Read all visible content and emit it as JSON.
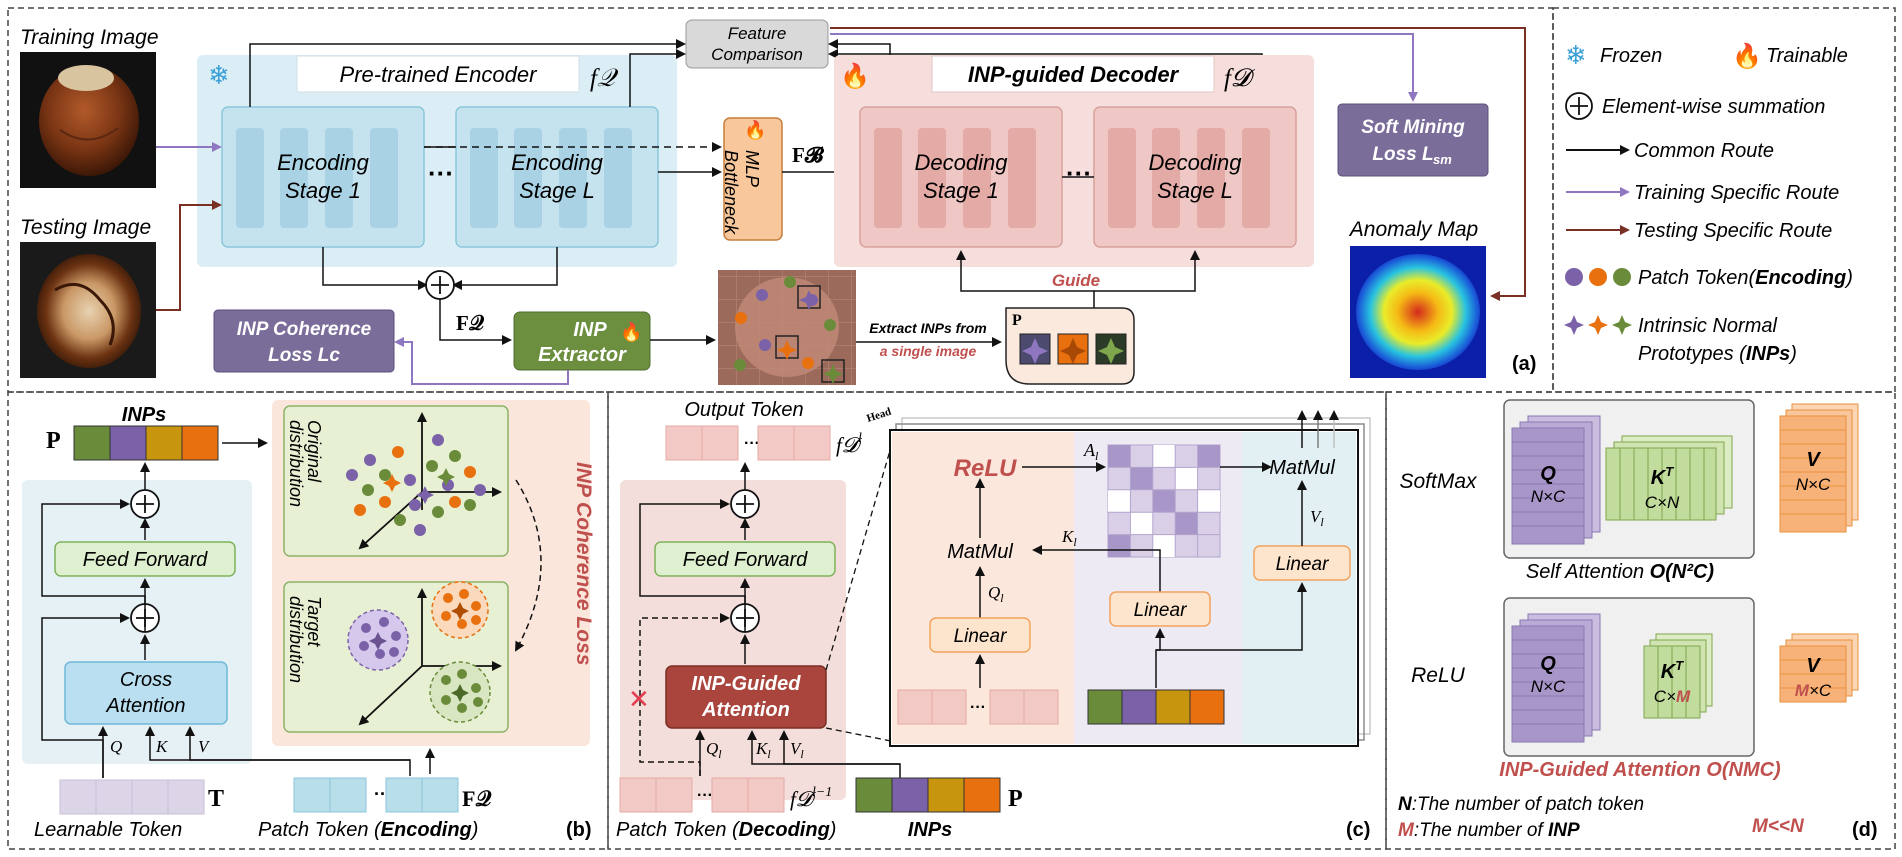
{
  "panel_a": {
    "training_image": "Training Image",
    "testing_image": "Testing Image",
    "encoder_title": "Pre-trained Encoder",
    "encoder_symbol": "f𝒬",
    "encoding_stage_1": [
      "Encoding",
      "Stage 1"
    ],
    "encoding_stage_l": [
      "Encoding",
      "Stage L"
    ],
    "ellipsis": "···",
    "feature_comparison": [
      "Feature",
      "Comparison"
    ],
    "mlp_bottleneck": [
      "MLP",
      "Bottleneck"
    ],
    "fb_label": "F𝓑",
    "decoder_title": "INP-guided Decoder",
    "decoder_symbol": "f𝓓",
    "decoding_stage_1": [
      "Decoding",
      "Stage 1"
    ],
    "decoding_stage_l": [
      "Decoding",
      "Stage L"
    ],
    "soft_mining_loss": [
      "Soft Mining",
      "Loss L"
    ],
    "soft_mining_sub": "sm",
    "anomaly_map": "Anomaly Map",
    "fq_label": "F𝒬",
    "inp_extractor": [
      "INP",
      "Extractor"
    ],
    "inp_coherence_loss": [
      "INP Coherence",
      "Loss Lc"
    ],
    "extract_inps_line1": "Extract INPs from",
    "extract_inps_line2": "a single image",
    "guide": "Guide",
    "p_label": "P",
    "panel_tag": "(a)"
  },
  "legend": {
    "frozen": "Frozen",
    "trainable": "Trainable",
    "summation": "Element-wise summation",
    "common_route": "Common Route",
    "training_route": "Training Specific Route",
    "testing_route": "Testing Specific Route",
    "patch_token_prefix": "Patch Token(",
    "patch_token_bold": "Encoding",
    "patch_token_suffix": ")",
    "inp_line1": "Intrinsic Normal",
    "inp_line2_prefix": "Prototypes (",
    "inp_line2_bold": "INPs",
    "inp_line2_suffix": ")"
  },
  "panel_b": {
    "inps_title": "INPs",
    "p_label": "P",
    "feed_forward": "Feed Forward",
    "cross_attention": [
      "Cross",
      "Attention"
    ],
    "q": "Q",
    "k": "K",
    "v": "V",
    "t_label": "T",
    "fq_label": "F𝒬",
    "learnable_token": "Learnable Token",
    "patch_token_prefix": "Patch Token (",
    "patch_token_bold": "Encoding",
    "patch_token_suffix": ")",
    "original_distribution": [
      "Original",
      "distribution"
    ],
    "target_distribution": [
      "Target",
      "distribution"
    ],
    "coherence_loss": "INP Coherence Loss",
    "panel_tag": "(b)"
  },
  "panel_c": {
    "output_token": "Output Token",
    "fd_l": "f𝓓",
    "fd_l_sup": "l",
    "head": "Head",
    "feed_forward": "Feed Forward",
    "inp_guided_attention": [
      "INP-Guided",
      "Attention"
    ],
    "ql": "Q",
    "kl": "K",
    "vl": "V",
    "sub_l": "l",
    "fd_lm1": "f𝓓",
    "fd_lm1_sup": "l−1",
    "relu": "ReLU",
    "al": "A",
    "matmul_left": "MatMul",
    "matmul_right": "MatMul",
    "linear": "Linear",
    "patch_token_prefix": "Patch Token (",
    "patch_token_bold": "Decoding",
    "patch_token_suffix": ")",
    "inps": "INPs",
    "p_label": "P",
    "panel_tag": "(c)"
  },
  "panel_d": {
    "softmax": "SoftMax",
    "relu": "ReLU",
    "q": "Q",
    "kt": "K",
    "kt_sup": "T",
    "v": "V",
    "nxc": "N×C",
    "cxn": "C×N",
    "cxm_prefix": "C×",
    "m": "M",
    "mxc_suffix": "×C",
    "self_attention_prefix": "Self Attention ",
    "self_attention_bold": "O(N²C)",
    "inp_guided_attention": "INP-Guided Attention O(NMC)",
    "n_def_bold": "N",
    "n_def": ":The number of patch token",
    "m_def_bold": "M",
    "m_def_prefix": ":The number of ",
    "m_def_inp": "INP",
    "m_ll_n": "M<<N",
    "panel_tag": "(d)"
  },
  "colors": {
    "frozen_bg": "#dbeef5",
    "trainable_bg": "#f6dedc",
    "stage_blue": "#c5e3ee",
    "stage_red": "#efc7c4",
    "inp_green": "#6b8e3f",
    "loss_purple": "#7b6d99",
    "route_purple": "#8e77c0",
    "route_brown": "#7a2f24",
    "mlp_orange": "#f8c89c",
    "accent_red": "#c0504d",
    "token_green": "#6a8c3a",
    "token_purple": "#7b62a8",
    "token_gold": "#c8960e",
    "token_orange": "#e8700e"
  }
}
